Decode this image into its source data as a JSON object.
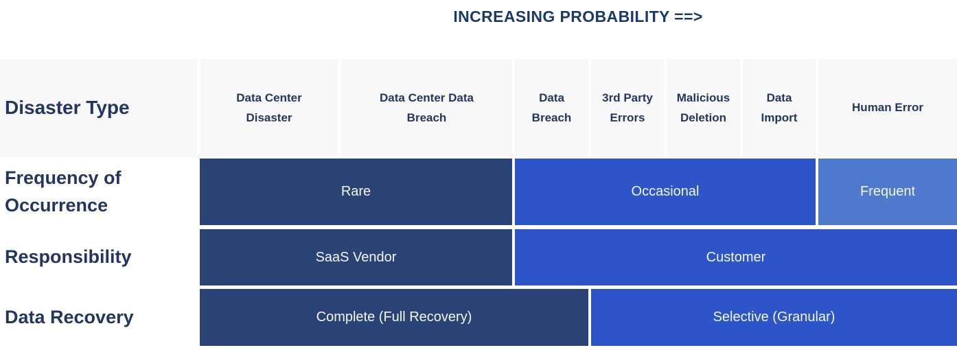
{
  "title": "INCREASING PROBABILITY ==>",
  "colors": {
    "title_navy": "#1c3a69",
    "text_navy": "#243560",
    "header_bg": "#f8f8f9",
    "dark_navy": "#2a4377",
    "bright_blue": "#2b55c8",
    "light_blue": "#4e79cd"
  },
  "table": {
    "header": {
      "label": "Disaster Type",
      "columns": [
        "Data Center Disaster",
        "Data Center Data Breach",
        "Data Breach",
        "3rd Party Errors",
        "Malicious Deletion",
        "Data Import",
        "Human Error"
      ]
    },
    "rows": [
      {
        "label": "Frequency of Occurrence",
        "cells": [
          {
            "text": "Rare",
            "tone": "dark",
            "columns_spanned": "Data Center Disaster, Data Center Data Breach"
          },
          {
            "text": "Occasional",
            "tone": "bright",
            "columns_spanned": "Data Breach, 3rd Party Errors, Malicious Deletion, Data Import"
          },
          {
            "text": "Frequent",
            "tone": "light",
            "columns_spanned": "Human Error"
          }
        ]
      },
      {
        "label": "Responsibility",
        "cells": [
          {
            "text": "SaaS Vendor",
            "tone": "dark",
            "columns_spanned": "Data Center Disaster, Data Center Data Breach"
          },
          {
            "text": "Customer",
            "tone": "bright",
            "columns_spanned": "Data Breach, 3rd Party Errors, Malicious Deletion, Data Import, Human Error"
          }
        ]
      },
      {
        "label": "Data Recovery",
        "cells": [
          {
            "text": "Complete (Full Recovery)",
            "tone": "dark",
            "columns_spanned": "Data Center Disaster, Data Center Data Breach, Data Breach"
          },
          {
            "text": "Selective (Granular)",
            "tone": "bright",
            "columns_spanned": "3rd Party Errors, Malicious Deletion, Data Import, Human Error"
          }
        ]
      }
    ]
  }
}
